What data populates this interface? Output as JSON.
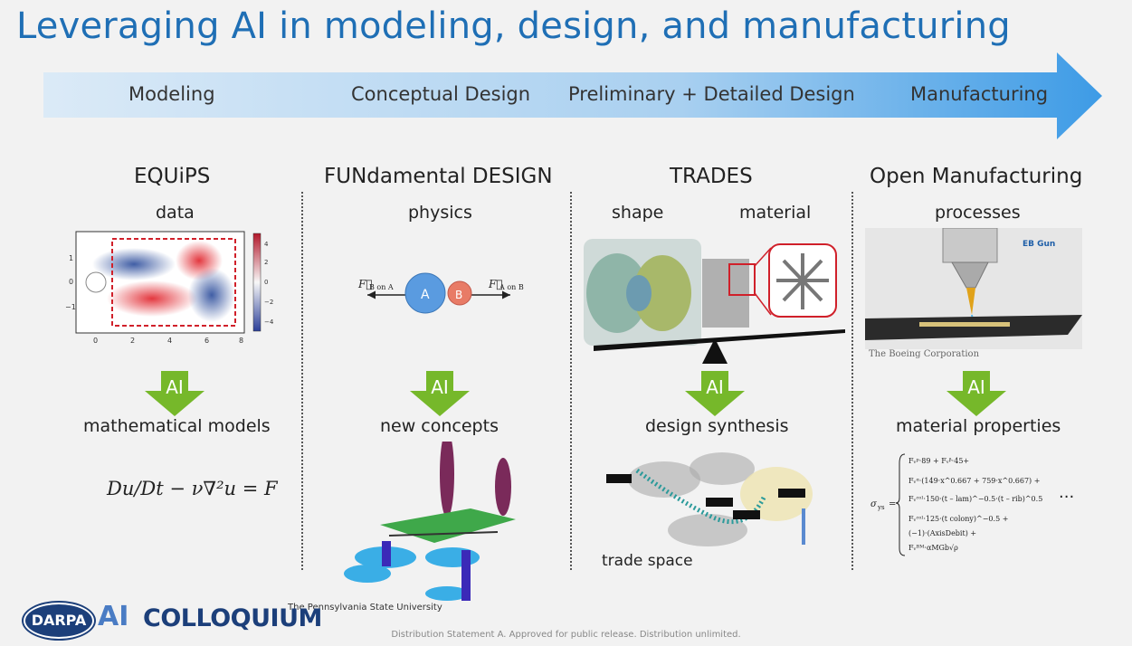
{
  "title": "Leveraging AI in modeling, design, and manufacturing",
  "stages": [
    "Modeling",
    "Conceptual Design",
    "Preliminary + Detailed Design",
    "Manufacturing"
  ],
  "columns": [
    {
      "heading": "EQUiPS",
      "input": "data",
      "ai_label": "AI",
      "output": "mathematical models"
    },
    {
      "heading": "FUNdamental DESIGN",
      "input": "physics",
      "ai_label": "AI",
      "output": "new concepts"
    },
    {
      "heading": "TRADES",
      "input_left": "shape",
      "input_right": "material",
      "ai_label": "AI",
      "output": "design synthesis"
    },
    {
      "heading": "Open Manufacturing",
      "input": "processes",
      "ai_label": "AI",
      "output": "material properties"
    }
  ],
  "equips_plot": {
    "y_ticks": [
      "1",
      "0",
      "−1"
    ],
    "x_ticks": [
      "0",
      "2",
      "4",
      "6",
      "8"
    ],
    "colorbar_ticks": [
      "4",
      "2",
      "0",
      "−2",
      "−4"
    ]
  },
  "equation_md": "Du/Dt − ν∇²u = F",
  "physics_diagram": {
    "left_force": "F⃗",
    "left_force_sub": "B on A",
    "right_force": "F⃗",
    "right_force_sub": "A on B",
    "ball_a": "A",
    "ball_b": "B"
  },
  "trade_space_label": "trade space",
  "eb_gun_label": "EB Gun",
  "boeing_credit": "The Boeing Corporation",
  "psu_credit": "The Pennsylvania State University",
  "formula_ellipsis": "...",
  "formula_lhs": "σ",
  "formula_lhs_sub": "ys",
  "formula_equals": "=",
  "formula_lines": [
    "Fᵥᵖ·89 + Fᵥᵝ·45+",
    "Fᵥᵅ·(149·x^0.667 + 759·x^0.667) +",
    "Fᵥᶜᵒˡ·150·(t – lam)^−0.5·(t – rib)^0.5",
    "Fᵥᶜᵒˡ·125·(t colony)^−0.5 +",
    "(−1)·(AxisDebit) +",
    "Fᵥᴮᴹ·αMGb√ρ"
  ],
  "logo": {
    "darpa": "DARPA",
    "ai": "AI",
    "colloquium": "COLLOQUIUM"
  },
  "footer": "Distribution Statement A. Approved for public release. Distribution unlimited.",
  "colors": {
    "title": "#1f6fb5",
    "ai_arrow": "#76b82a",
    "banner": "#4aa3e6"
  }
}
